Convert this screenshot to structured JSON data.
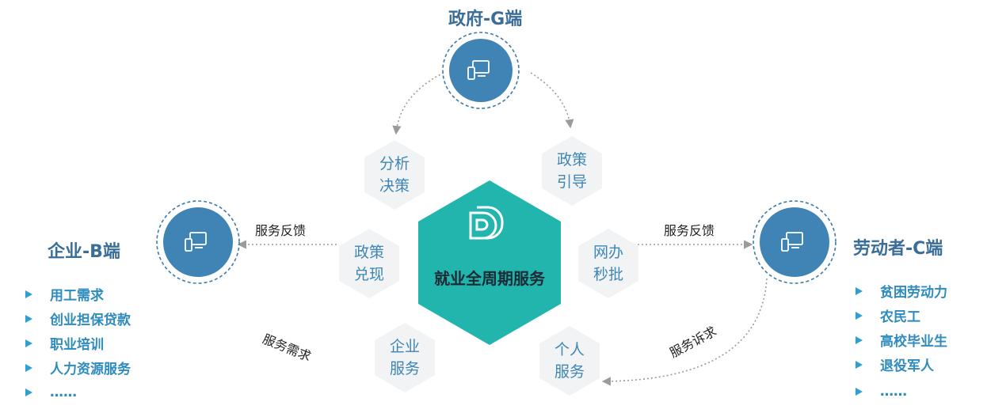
{
  "nodes": {
    "gov": {
      "title": "政府-G端"
    },
    "biz": {
      "title": "企业-B端",
      "items": [
        "用工需求",
        "创业担保贷款",
        "职业培训",
        "人力资源服务",
        "……"
      ]
    },
    "worker": {
      "title": "劳动者-C端",
      "items": [
        "贫困劳动力",
        "农民工",
        "高校毕业生",
        "退役军人",
        "……"
      ]
    }
  },
  "center": {
    "label": "就业全周期服务"
  },
  "hexagons": [
    {
      "line1": "分析",
      "line2": "决策"
    },
    {
      "line1": "政策",
      "line2": "引导"
    },
    {
      "line1": "政策",
      "line2": "兑现"
    },
    {
      "line1": "网办",
      "line2": "秒批"
    },
    {
      "line1": "企业",
      "line2": "服务"
    },
    {
      "line1": "个人",
      "line2": "服务"
    }
  ],
  "edge_labels": {
    "left_feedback": "服务反馈",
    "right_feedback": "服务反馈",
    "demand": "服务需求",
    "appeal": "服务诉求"
  },
  "colors": {
    "circle_fill": "#3f84b4",
    "ring": "#3f7aa6",
    "center_hex": "#21b5ae",
    "small_hex": "#f1f3f5",
    "connector": "#9b9b9b",
    "title": "#3a6e99",
    "list_text": "#2e8bbd"
  }
}
